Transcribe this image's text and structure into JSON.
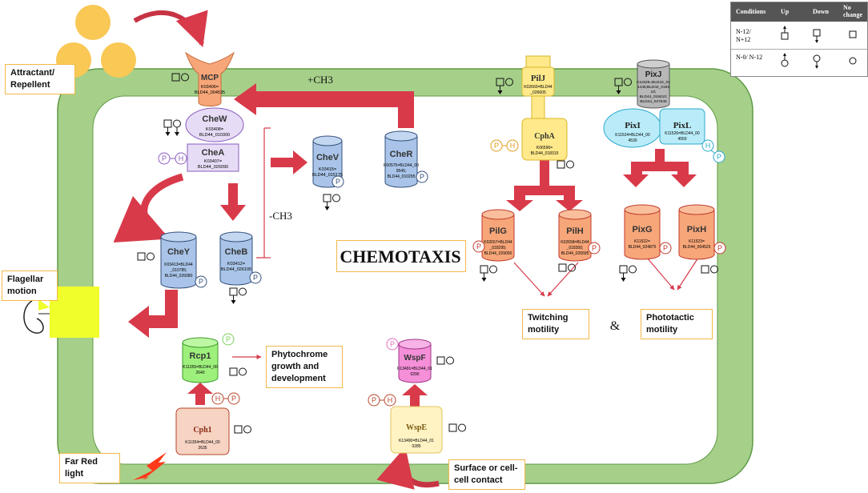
{
  "title": "CHEMOTAXIS",
  "legend": {
    "headers": [
      "Conditions",
      "Up",
      "Down",
      "No change"
    ],
    "rows": [
      {
        "condition": "N-12/ N+12"
      },
      {
        "condition": "N-0/ N-12"
      }
    ]
  },
  "boxes": {
    "attractant": "Attractant/ Repellent",
    "flagellar": "Flagellar motion",
    "far_red": "Far Red light",
    "surface": "Surface or cell-cell contact",
    "phytochrome": "Phytochrome growth and development",
    "twitching": "Twitching motility",
    "phototactic": "Phototactic motility"
  },
  "ampersand": "&",
  "arrow_labels": {
    "plus_ch3": "+CH3",
    "minus_ch3": "-CH3"
  },
  "phospho": {
    "p": "P",
    "h": "H"
  },
  "proteins": {
    "mcp": {
      "name": "MCP",
      "id1": "K03406=",
      "id2": "BLD44_004535"
    },
    "chew": {
      "name": "CheW",
      "id1": "K03408=",
      "id2": "BLD44_010300"
    },
    "chea": {
      "name": "CheA",
      "id1": "K03407=",
      "id2": "BLD44_026090"
    },
    "chev": {
      "name": "CheV",
      "id1": "K03415=",
      "id2": "BLD44_015175"
    },
    "cher": {
      "name": "CheR",
      "id1": "K00575=BLD44_00",
      "id2": "9545;",
      "id3": "BLD44_010295"
    },
    "chey": {
      "name": "CheY",
      "id1": "K03413=BLD44",
      "id2": "_010785;",
      "id3": "BLD44_026080"
    },
    "cheb": {
      "name": "CheB",
      "id1": "K03412=",
      "id2": "BLD44_026105"
    },
    "rcp1": {
      "name": "Rcp1",
      "id1": "K11355=BLD44_00",
      "id2": "2640"
    },
    "cph1": {
      "name": "Cph1",
      "id1": "K11354=BLD44_00",
      "id2": "2635"
    },
    "wspe": {
      "name": "WspE",
      "id1": "K13490=BLD44_01",
      "id2": "0285"
    },
    "wspf": {
      "name": "WspF",
      "id1": "K13491=BLD44_01",
      "id2": "0290"
    },
    "pilj": {
      "name": "PilJ",
      "id1": "K02660=BLD44",
      "id2": "_026605"
    },
    "cpha": {
      "name": "CphA",
      "id1": "K06596=",
      "id2": "BLD44_018315"
    },
    "pilg": {
      "name": "PilG",
      "id1": "K02657=BLD44",
      "id2": "_018295;",
      "id3": "BLD44_029090"
    },
    "pilh": {
      "name": "PilH",
      "id1": "K02658=BLD44",
      "id2": "_018300;",
      "id3": "BLD44_026595"
    },
    "pixj": {
      "name": "PixJ",
      "id1": "K11525=BLD44_01",
      "id2": "1445;BLD44_0183",
      "id3": "10;",
      "id4": "BLD44_018410;",
      "id5": "BLD44_027645"
    },
    "pixi": {
      "name": "PixI",
      "id1": "K11524=BLD44_00",
      "id2": "4530"
    },
    "pixl": {
      "name": "PixL",
      "id1": "K11526=BLD44_00",
      "id2": "4550"
    },
    "pixg": {
      "name": "PixG",
      "id1": "K11522=",
      "id2": "BLD44_024875"
    },
    "pixh": {
      "name": "PixH",
      "id1": "K11523=",
      "id2": "BLD44_004525"
    }
  },
  "colors": {
    "membrane": "#a6d08a",
    "arrow": "#d83a4a",
    "blue": "#a9c4e8",
    "salmon": "#f7a679",
    "yellow": "#ffe98a",
    "pink": "#f48fd8",
    "green": "#9ef07c",
    "purple": "#e7dcf5",
    "gray": "#b7b7b7",
    "cyan": "#b9ecf8",
    "flagellum": "#f0ff2c",
    "box_border": "#f2b84a"
  }
}
